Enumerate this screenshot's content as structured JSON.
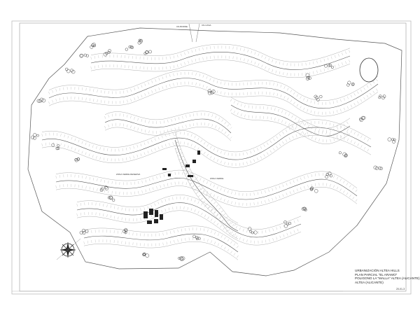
{
  "title_block": {
    "line1": "URBANIZACIÓN ALTEA HILLS",
    "line2": "PLAN PARCIAL \"EL ARAMO\"",
    "line3": "POLIGONO LA \"MALLA\" ALTEA (ALICANTE)",
    "line4": "ALTEA (ALICANTE)",
    "sheet_number": "20-01-3"
  },
  "labels": {
    "road_top_left": "CN-BORDE",
    "road_top_right": "CN-CASA",
    "zone_center": "ZONA VERDE",
    "zone_center_left": "ZONA VERDE RESERVA"
  },
  "compass": {
    "icon": "north-arrow-compass-rose"
  }
}
